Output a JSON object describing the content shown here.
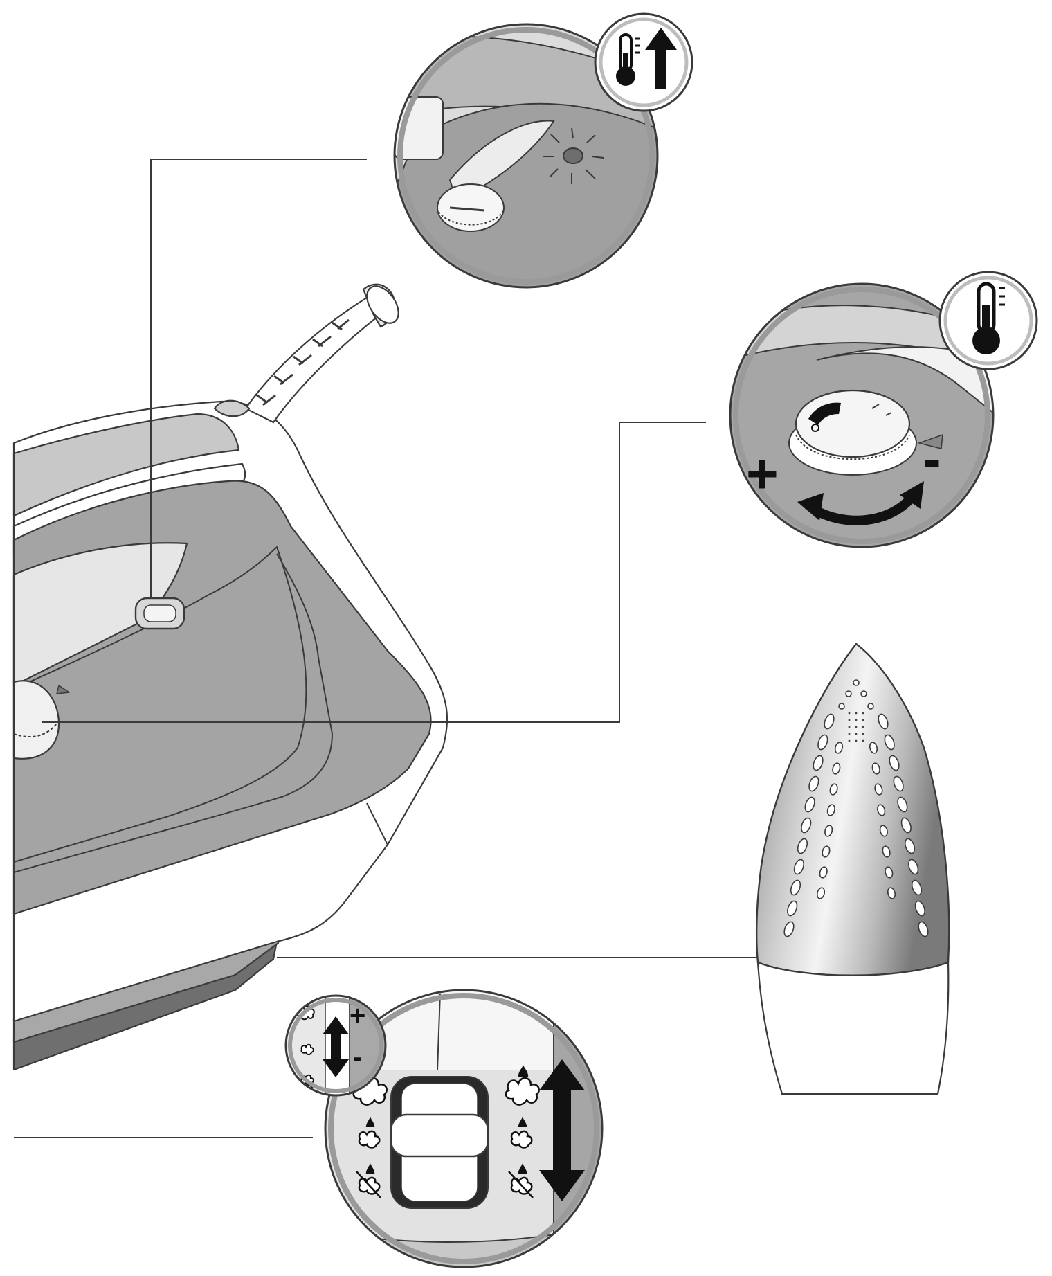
{
  "colors": {
    "background": "#ffffff",
    "outline": "#3a3a3a",
    "body_dark": "#a3a3a3",
    "body_mid": "#c4c4c4",
    "body_light": "#dcdcdc",
    "soleplate_dark": "#777777",
    "icon_black": "#111111"
  },
  "callouts": [
    {
      "id": "pilot-light",
      "icons": [
        "thermometer-icon",
        "arrow-up-icon"
      ]
    },
    {
      "id": "temperature-dial",
      "icons": [
        "thermometer-icon"
      ],
      "symbols": [
        "+",
        "-"
      ]
    },
    {
      "id": "soleplate",
      "icons": []
    },
    {
      "id": "steam-selector",
      "icons": [
        "steam-max-icon",
        "steam-mid-icon",
        "steam-off-icon",
        "double-arrow-icon"
      ],
      "symbols": [
        "+",
        "-"
      ]
    }
  ],
  "labels": {
    "plus": "+",
    "minus": "-"
  }
}
